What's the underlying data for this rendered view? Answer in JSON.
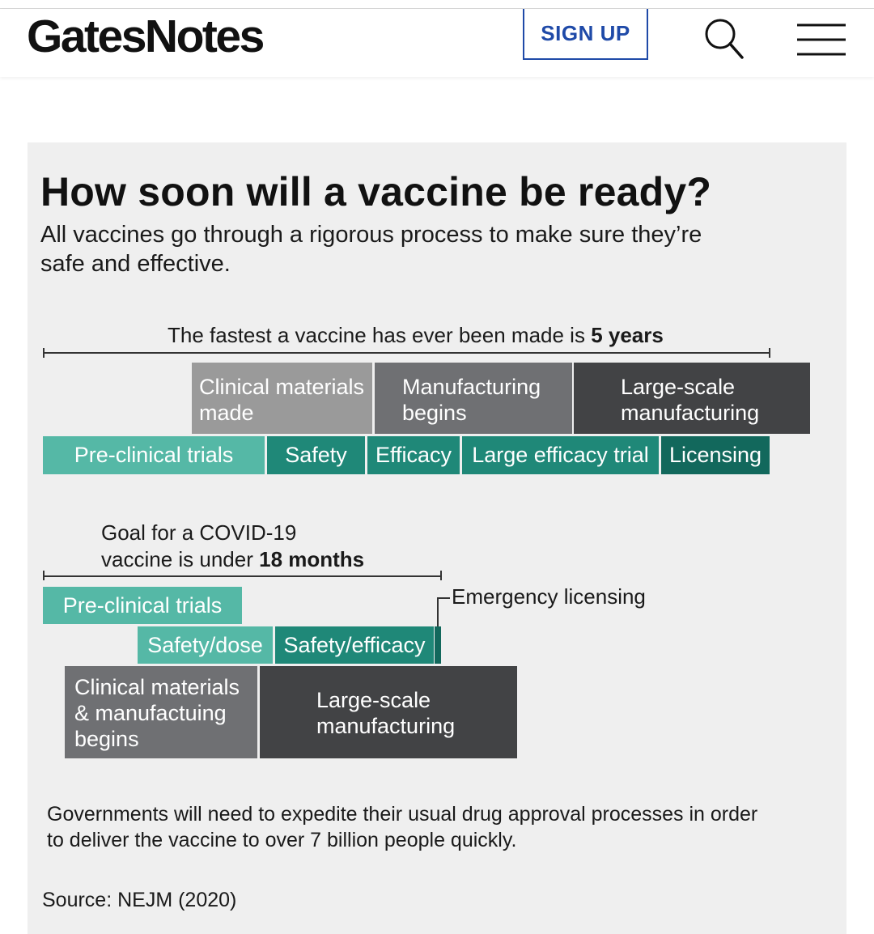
{
  "header": {
    "logo": "GatesNotes",
    "signup_label": "SIGN UP"
  },
  "infographic": {
    "title": "How soon will a vaccine be ready?",
    "subtitle": "All vaccines go through a rigorous process to make sure they’re safe and effective.",
    "fastest": {
      "label_prefix": "The fastest a vaccine has ever been made is ",
      "label_bold": "5 years",
      "manufacturing": [
        {
          "line1": "Clinical materials",
          "line2": "made"
        },
        {
          "line1": "Manufacturing",
          "line2": "begins"
        },
        {
          "line1": "Large-scale",
          "line2": "manufacturing"
        }
      ],
      "trials": [
        "Pre-clinical trials",
        "Safety",
        "Efficacy",
        "Large efficacy trial",
        "Licensing"
      ]
    },
    "covid": {
      "label_line1": "Goal for a COVID-19",
      "label_prefix": "vaccine is under ",
      "label_bold": "18 months",
      "emergency_label": "Emergency licensing",
      "trials": [
        "Pre-clinical trials",
        "Safety/dose",
        "Safety/efficacy"
      ],
      "manufacturing": [
        {
          "line1": "Clinical materials",
          "line2": "& manufactuing",
          "line3": "begins"
        },
        {
          "line1": "Large-scale",
          "line2": "manufacturing"
        }
      ]
    },
    "footnote": "Governments will need to expedite their usual drug approval processes in order to deliver the vaccine to over 7 billion people quickly.",
    "source": "Source: NEJM (2020)"
  },
  "colors": {
    "teal_light": "#55b8a6",
    "teal_mid": "#1f8878",
    "teal_dark": "#12685c",
    "gray_light": "#9a9a9a",
    "gray_mid": "#6f7073",
    "gray_dark": "#424345",
    "signup_blue": "#1f4aa8"
  }
}
